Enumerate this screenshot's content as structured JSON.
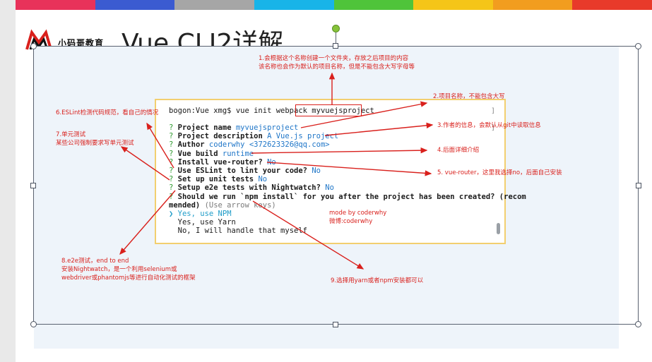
{
  "slide": {
    "title": "Vue CLI2详解",
    "brand": "小码哥教育",
    "top_bar_colors": [
      "#e8325a",
      "#3b5bd1",
      "#a6a6a6",
      "#18b4e8",
      "#4fc43a",
      "#f5c518",
      "#f29d1f",
      "#e83a2a"
    ]
  },
  "terminal": {
    "prompt": "bogon:Vue xmg$ vue init webpack ",
    "project_arg": "myvuejsproject",
    "lines": [
      {
        "q": "? ",
        "label": "Project name ",
        "answer": "myvuejsproject"
      },
      {
        "q": "? ",
        "label": "Project description ",
        "answer": "A Vue.js project"
      },
      {
        "q": "? ",
        "label": "Author ",
        "answer": "coderwhy <372623326@qq.com>"
      },
      {
        "q": "? ",
        "label": "Vue build ",
        "answer": "runtime"
      },
      {
        "q": "? ",
        "label": "Install vue-router? ",
        "answer": "No"
      },
      {
        "q": "? ",
        "label": "Use ESLint to lint your code? ",
        "answer": "No"
      },
      {
        "q": "? ",
        "label": "Set up unit tests ",
        "answer": "No"
      },
      {
        "q": "? ",
        "label": "Setup e2e tests with Nightwatch? ",
        "answer": "No"
      },
      {
        "q": "? ",
        "label": "Should we run `npm install` for you after the project has been created? (recom",
        "answer": ""
      },
      {
        "q": "",
        "label": "mended) ",
        "answer": "",
        "hint": "(Use arrow keys)"
      }
    ],
    "options": [
      {
        "marker": "❯ ",
        "text": "Yes, use NPM",
        "selected": true
      },
      {
        "marker": "  ",
        "text": "Yes, use Yarn",
        "selected": false
      },
      {
        "marker": "  ",
        "text": "No, I will handle that myself",
        "selected": false
      }
    ]
  },
  "annotations": {
    "n1_line1": "1.会根据这个名称创建一个文件夹，存放之后项目的内容",
    "n1_line2": "该名称也会作为默认的项目名称，但是不能包含大写字母等",
    "n2": "2.项目名称，不能包含大写",
    "n3": "3.作者的信息，会默认从git中读取信息",
    "n4": "4.后面详细介绍",
    "n5": "5. vue-router，这里我选择no，后面自己安装",
    "n6": "6.ESLint检测代码规范，看自己的情况",
    "n7_line1": "7.单元测试",
    "n7_line2": "某些公司强制要求写单元测试",
    "n8_line1": "8.e2e测试，end to end",
    "n8_line2": "安装Nightwatch，是一个利用selenium或",
    "n8_line3": "webdriver或phantomjs等进行自动化测试的框架",
    "n9": "9.选择用yarn或者npm安装都可以",
    "mode_line1": "mode by coderwhy",
    "mode_line2": "微博:coderwhy"
  },
  "colors": {
    "annotation_red": "#d9201c",
    "terminal_border": "#f2cf6f",
    "question_green": "#2f9a2f",
    "answer_blue": "#1f76c8",
    "rotation_handle_green": "#86c33a"
  }
}
